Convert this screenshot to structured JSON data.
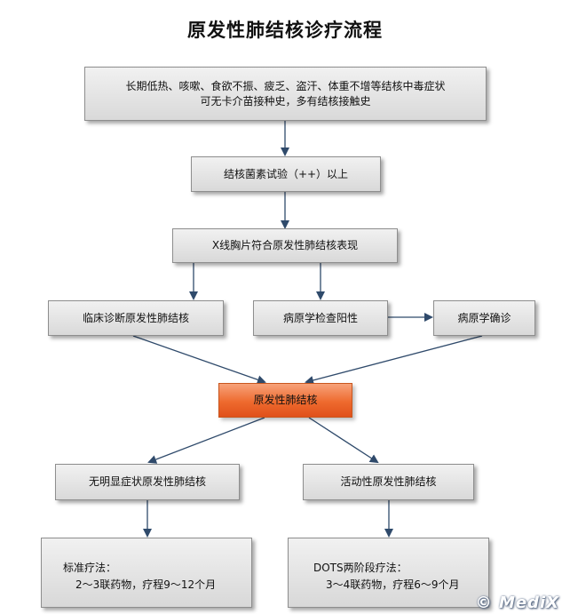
{
  "title": "原发性肺结核诊疗流程",
  "nodes": {
    "symptoms": {
      "line1": "长期低热、咳嗽、食欲不振、疲乏、盗汗、体重不增等结核中毒症状",
      "line2": "可无卡介苗接种史，多有结核接触史"
    },
    "tuberculin": "结核菌素试验（++）以上",
    "xray": "X线胸片符合原发性肺结核表现",
    "clinical": "临床诊断原发性肺结核",
    "pathology_positive": "病原学检查阳性",
    "pathology_confirmed": "病原学确诊",
    "primary_tb": "原发性肺结核",
    "asymptomatic": "无明显症状原发性肺结核",
    "active": "活动性原发性肺结核",
    "standard_therapy": {
      "title": "标准疗法：",
      "detail": "2～3联药物，疗程9～12个月"
    },
    "dots_therapy": {
      "title": "DOTS两阶段疗法：",
      "detail": "3～4联药物，疗程6～9个月"
    }
  },
  "watermark": "© MediX",
  "colors": {
    "box_fill": "#e5e5e5",
    "box_border": "#8e8e8e",
    "highlight": "#ee6a2e",
    "arrow": "#2f4a6b"
  }
}
